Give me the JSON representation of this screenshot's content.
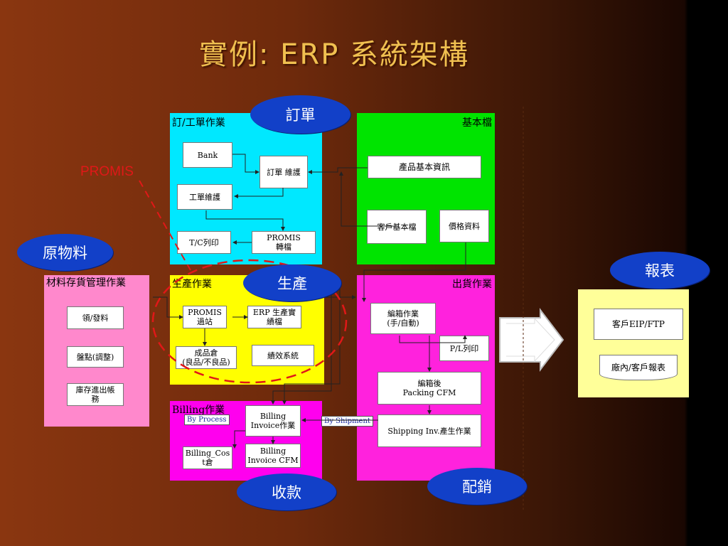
{
  "title": "實例:  ERP  系統架構",
  "ovals": {
    "order": "訂單",
    "materials": "原物料",
    "production": "生產",
    "reports": "報表",
    "collection": "收款",
    "distribution": "配銷"
  },
  "promis_label": "PROMIS",
  "panels": {
    "order_work": {
      "title": "訂/工單作業",
      "bank": "Bank",
      "order_maint": "訂單 維護",
      "work_order_maint": "工單維護",
      "tc_print": "T/C列印",
      "promis_transfer": "PROMIS\n轉檔"
    },
    "master_files": {
      "title": "基本檔",
      "product_info": "產品基本資訊",
      "customer_file": "客戶基本檔",
      "price_info": "價格資料"
    },
    "material_mgmt": {
      "title": "材料存貨管理作業",
      "issue_receive": "領/發料",
      "stocktake": "盤點(調整)",
      "inventory_ledger": "庫存進出帳\n務"
    },
    "production_work": {
      "title": "生產作業",
      "promis_pass": "PROMIS\n過站",
      "erp_production": "ERP 生產實\n績檔",
      "finished_goods": "成品倉\n(良品/不良品)",
      "performance": "績效系統"
    },
    "shipping_work": {
      "title": "出貨作業",
      "packing": "編箱作業\n(手/自動)",
      "pl_print": "P/L列印",
      "after_packing": "編箱後\nPacking CFM",
      "shipping_inv": "Shipping Inv.產生作業"
    },
    "billing_work": {
      "title": "Billing作業",
      "by_process": "By Process",
      "by_shipment": "By Shipment",
      "billing_invoice": "Billing\nInvoice作業",
      "billing_cost": "Billing_Cos\nt倉",
      "billing_cfm": "Billing\nInvoice CFM"
    },
    "report_panel": {
      "eip_ftp": "客戶EIP/FTP",
      "reports": "廠內/客戶報表"
    }
  },
  "colors": {
    "order_panel": "#00e8ff",
    "master_panel": "#00e400",
    "material_panel": "#ff88cc",
    "production_panel": "#ffff00",
    "shipping_panel": "#ff22dd",
    "billing_panel": "#ff00ee",
    "report_panel": "#ffff99",
    "oval": "#1240c8",
    "title": "#f0c050",
    "promis": "#e01818"
  }
}
